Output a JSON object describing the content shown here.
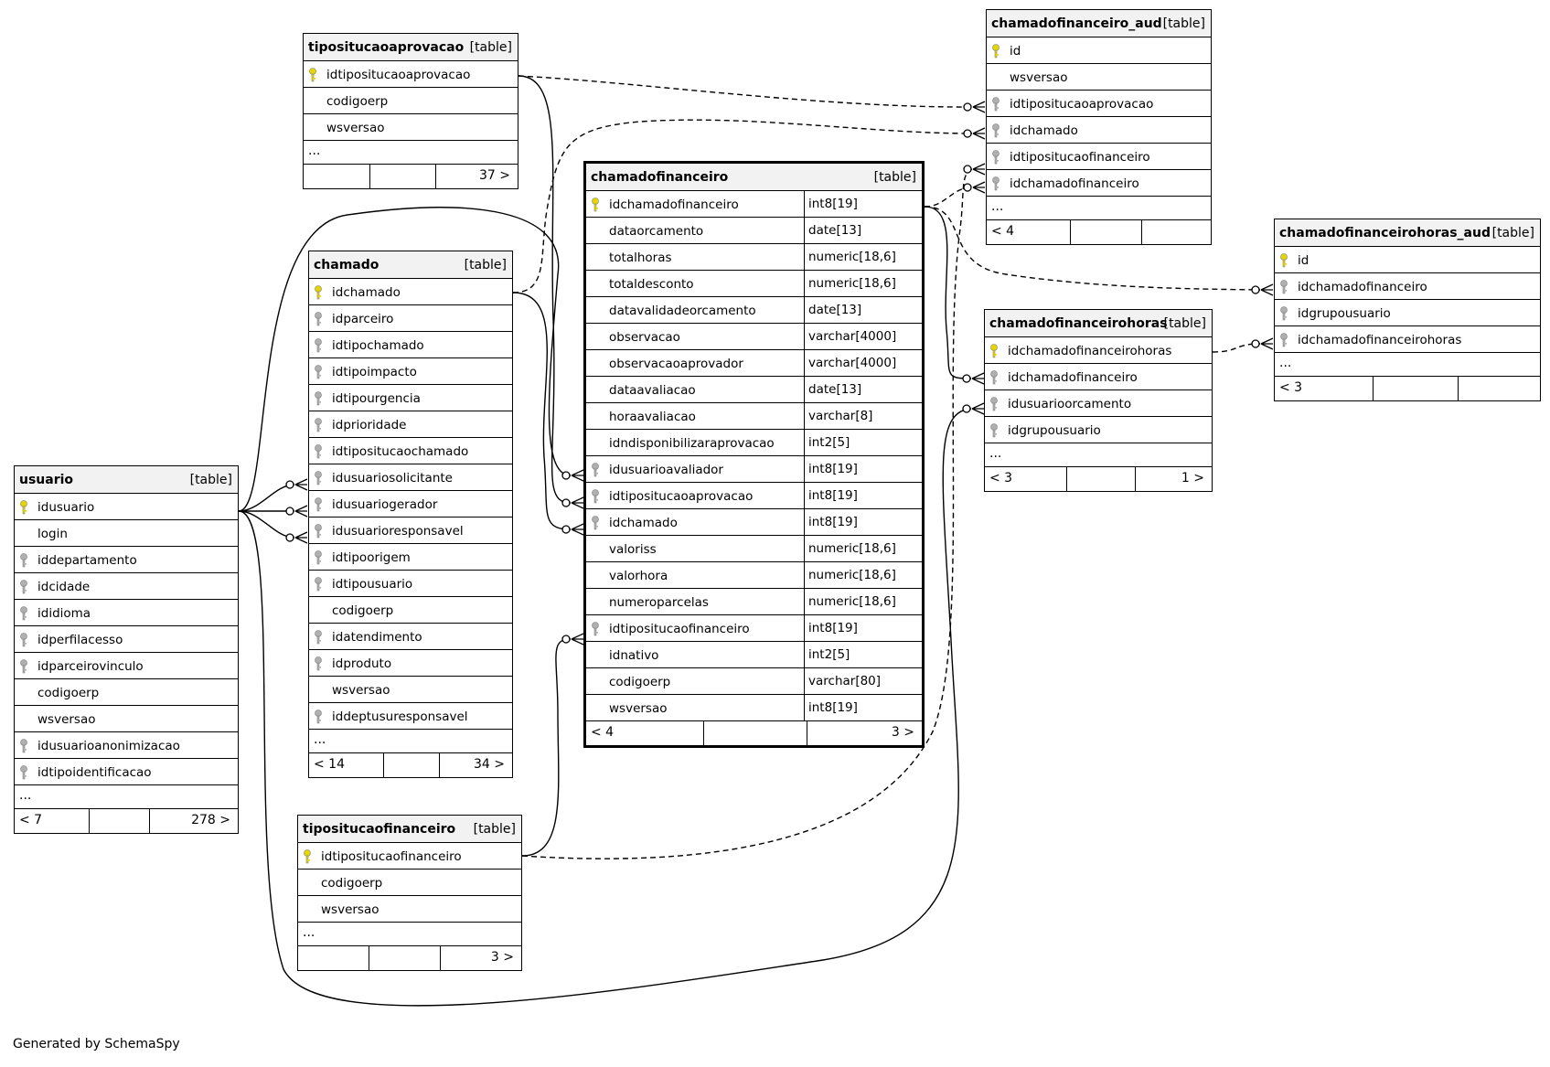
{
  "tables": {
    "tipoaprov": {
      "name": "tipositucaoaprovacao",
      "tag": "[table]",
      "rows": [
        {
          "c": "idtipositucaoaprovacao",
          "k": "pk"
        },
        {
          "c": "codigoerp",
          "k": "none"
        },
        {
          "c": "wsversao",
          "k": "none"
        }
      ],
      "ellipsis": "...",
      "footer": {
        "left": "",
        "right": "37 >"
      }
    },
    "usuario": {
      "name": "usuario",
      "tag": "[table]",
      "rows": [
        {
          "c": "idusuario",
          "k": "pk"
        },
        {
          "c": "login",
          "k": "none"
        },
        {
          "c": "iddepartamento",
          "k": "fk"
        },
        {
          "c": "idcidade",
          "k": "fk"
        },
        {
          "c": "ididioma",
          "k": "fk"
        },
        {
          "c": "idperfilacesso",
          "k": "fk"
        },
        {
          "c": "idparceirovinculo",
          "k": "fk"
        },
        {
          "c": "codigoerp",
          "k": "none"
        },
        {
          "c": "wsversao",
          "k": "none"
        },
        {
          "c": "idusuarioanonimizacao",
          "k": "fk"
        },
        {
          "c": "idtipoidentificacao",
          "k": "fk"
        }
      ],
      "ellipsis": "...",
      "footer": {
        "left": "< 7",
        "right": "278 >"
      }
    },
    "chamado": {
      "name": "chamado",
      "tag": "[table]",
      "rows": [
        {
          "c": "idchamado",
          "k": "pk"
        },
        {
          "c": "idparceiro",
          "k": "fk"
        },
        {
          "c": "idtipochamado",
          "k": "fk"
        },
        {
          "c": "idtipoimpacto",
          "k": "fk"
        },
        {
          "c": "idtipourgencia",
          "k": "fk"
        },
        {
          "c": "idprioridade",
          "k": "fk"
        },
        {
          "c": "idtipositucaochamado",
          "k": "fk"
        },
        {
          "c": "idusuariosolicitante",
          "k": "fk"
        },
        {
          "c": "idusuariogerador",
          "k": "fk"
        },
        {
          "c": "idusuarioresponsavel",
          "k": "fk"
        },
        {
          "c": "idtipoorigem",
          "k": "fk"
        },
        {
          "c": "idtipousuario",
          "k": "fk"
        },
        {
          "c": "codigoerp",
          "k": "none"
        },
        {
          "c": "idatendimento",
          "k": "fk"
        },
        {
          "c": "idproduto",
          "k": "fk"
        },
        {
          "c": "wsversao",
          "k": "none"
        },
        {
          "c": "iddeptusuresponsavel",
          "k": "fk"
        }
      ],
      "ellipsis": "...",
      "footer": {
        "left": "< 14",
        "right": "34 >"
      }
    },
    "tipofin": {
      "name": "tipositucaofinanceiro",
      "tag": "[table]",
      "rows": [
        {
          "c": "idtipositucaofinanceiro",
          "k": "pk"
        },
        {
          "c": "codigoerp",
          "k": "none"
        },
        {
          "c": "wsversao",
          "k": "none"
        }
      ],
      "ellipsis": "...",
      "footer": {
        "left": "",
        "right": "3 >"
      }
    },
    "chamadofin": {
      "name": "chamadofinanceiro",
      "tag": "[table]",
      "rows": [
        {
          "c": "idchamadofinanceiro",
          "t": "int8[19]",
          "k": "pk"
        },
        {
          "c": "dataorcamento",
          "t": "date[13]",
          "k": "none"
        },
        {
          "c": "totalhoras",
          "t": "numeric[18,6]",
          "k": "none"
        },
        {
          "c": "totaldesconto",
          "t": "numeric[18,6]",
          "k": "none"
        },
        {
          "c": "datavalidadeorcamento",
          "t": "date[13]",
          "k": "none"
        },
        {
          "c": "observacao",
          "t": "varchar[4000]",
          "k": "none"
        },
        {
          "c": "observacaoaprovador",
          "t": "varchar[4000]",
          "k": "none"
        },
        {
          "c": "dataavaliacao",
          "t": "date[13]",
          "k": "none"
        },
        {
          "c": "horaavaliacao",
          "t": "varchar[8]",
          "k": "none"
        },
        {
          "c": "idndisponibilizaraprovacao",
          "t": "int2[5]",
          "k": "none"
        },
        {
          "c": "idusuarioavaliador",
          "t": "int8[19]",
          "k": "fk"
        },
        {
          "c": "idtipositucaoaprovacao",
          "t": "int8[19]",
          "k": "fk"
        },
        {
          "c": "idchamado",
          "t": "int8[19]",
          "k": "fk"
        },
        {
          "c": "valoriss",
          "t": "numeric[18,6]",
          "k": "none"
        },
        {
          "c": "valorhora",
          "t": "numeric[18,6]",
          "k": "none"
        },
        {
          "c": "numeroparcelas",
          "t": "numeric[18,6]",
          "k": "none"
        },
        {
          "c": "idtipositucaofinanceiro",
          "t": "int8[19]",
          "k": "fk"
        },
        {
          "c": "idnativo",
          "t": "int2[5]",
          "k": "none"
        },
        {
          "c": "codigoerp",
          "t": "varchar[80]",
          "k": "none"
        },
        {
          "c": "wsversao",
          "t": "int8[19]",
          "k": "none"
        }
      ],
      "ellipsis": "",
      "footer": {
        "left": "< 4",
        "right": "3 >"
      }
    },
    "cfaud": {
      "name": "chamadofinanceiro_aud",
      "tag": "[table]",
      "rows": [
        {
          "c": "id",
          "k": "pk"
        },
        {
          "c": "wsversao",
          "k": "none"
        },
        {
          "c": "idtipositucaoaprovacao",
          "k": "fk"
        },
        {
          "c": "idchamado",
          "k": "fk"
        },
        {
          "c": "idtipositucaofinanceiro",
          "k": "fk"
        },
        {
          "c": "idchamadofinanceiro",
          "k": "fk"
        }
      ],
      "ellipsis": "...",
      "footer": {
        "left": "< 4",
        "right": ""
      }
    },
    "cfhoras": {
      "name": "chamadofinanceirohoras",
      "tag": "[table]",
      "rows": [
        {
          "c": "idchamadofinanceirohoras",
          "k": "pk"
        },
        {
          "c": "idchamadofinanceiro",
          "k": "fk"
        },
        {
          "c": "idusuarioorcamento",
          "k": "fk"
        },
        {
          "c": "idgrupousuario",
          "k": "fk"
        }
      ],
      "ellipsis": "...",
      "footer": {
        "left": "< 3",
        "right": "1 >"
      }
    },
    "cfhaud": {
      "name": "chamadofinanceirohoras_aud",
      "tag": "[table]",
      "rows": [
        {
          "c": "id",
          "k": "pk"
        },
        {
          "c": "idchamadofinanceiro",
          "k": "fk"
        },
        {
          "c": "idgrupousuario",
          "k": "fk"
        },
        {
          "c": "idchamadofinanceirohoras",
          "k": "fk"
        }
      ],
      "ellipsis": "...",
      "footer": {
        "left": "< 3",
        "right": ""
      }
    }
  },
  "footer_text": "Generated by SchemaSpy",
  "colors": {
    "pk_key": "#e6d600",
    "fk_key": "#b0b0b0",
    "header_bg": "#f2f2f2",
    "line": "#000000"
  }
}
